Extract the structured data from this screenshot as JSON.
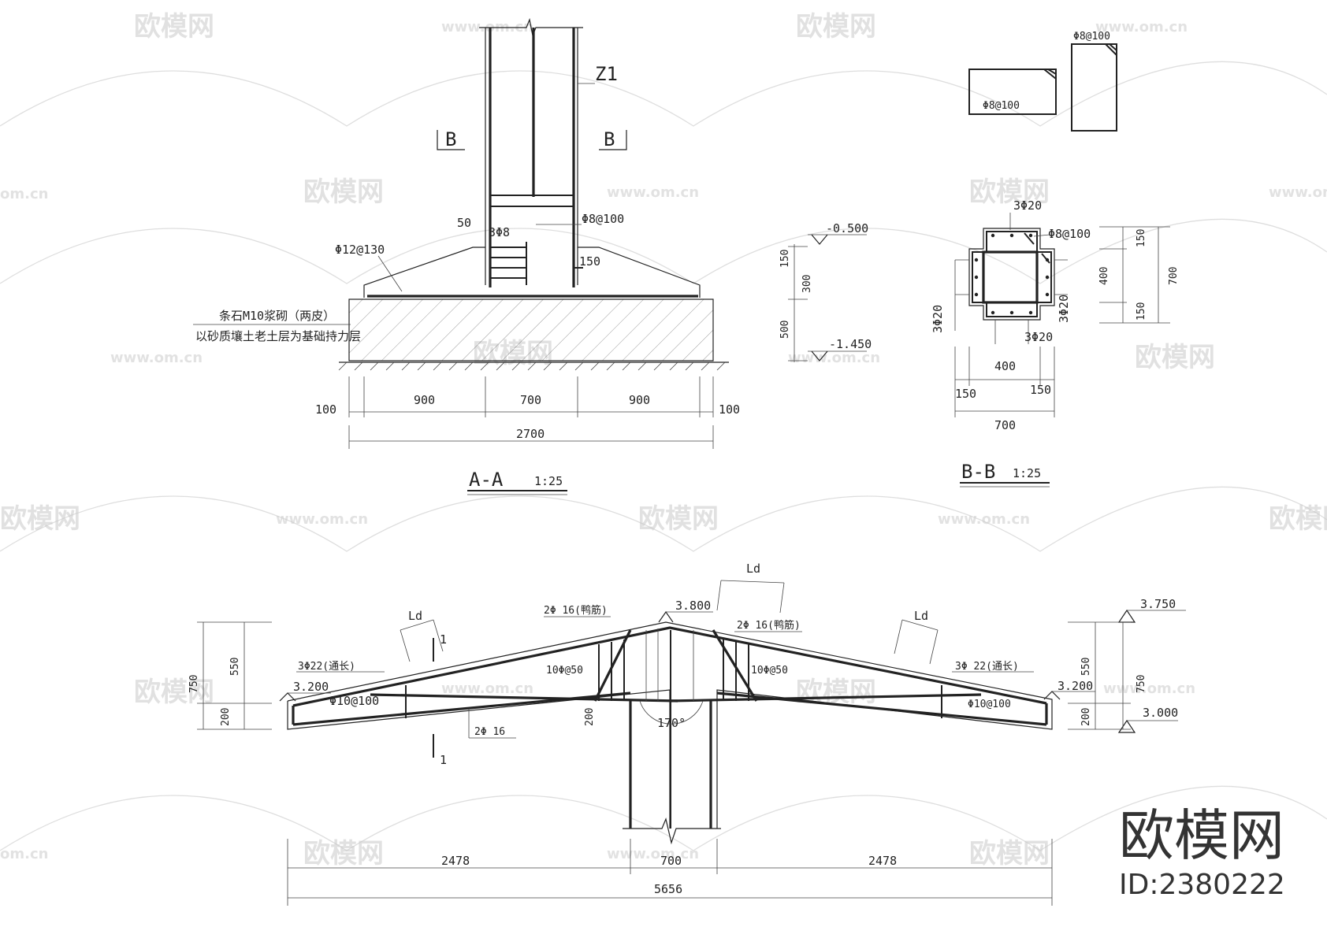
{
  "watermark": {
    "brand": "欧模网",
    "url": "www.om.cn",
    "url_partial": "om.cn",
    "brand_partial": "欧模网"
  },
  "brand_mark": {
    "name": "欧模网",
    "id": "ID:2380222"
  },
  "section_aa": {
    "title": "A-A",
    "scale": "1:25",
    "column_label": "Z1",
    "cut_left": "B",
    "cut_right": "B",
    "stirrup": "Φ8@100",
    "dim_50": "50",
    "bars_3": "3Φ8",
    "dim_150": "150",
    "bottom_rebar": "Φ12@130",
    "note_1": "条石M10浆砌（两皮）",
    "note_2": "以砂质壤土老土层为基础持力层",
    "dims": [
      "100",
      "900",
      "700",
      "900",
      "100"
    ],
    "total": "2700"
  },
  "elevation": {
    "top": "-0.500",
    "bottom": "-1.450",
    "dims": [
      "150",
      "300",
      "500"
    ]
  },
  "stirrup_detail": {
    "top_label": "Φ8@100",
    "left_label": "Φ8@100"
  },
  "section_bb": {
    "title": "B-B",
    "scale": "1:25",
    "top_bars": "3Φ20",
    "stirrup": "Φ8@100",
    "left_bars": "3Φ20",
    "right_bars": "3Φ20",
    "bottom_bars": "3Φ20",
    "dim_right": [
      "150",
      "400",
      "150"
    ],
    "dim_right_total": "700",
    "dim_bottom_inner": "400",
    "dim_bottom": [
      "150",
      "150"
    ],
    "dim_bottom_total": "700"
  },
  "frame": {
    "elev_top": "3.800",
    "elev_right_top": "3.750",
    "elev_left_end": "3.200",
    "elev_right_end": "3.200",
    "elev_right_low": "3.000",
    "ld": "Ld",
    "left_top_bars": "3Φ22(通长)",
    "right_top_bars": "3Φ 22(通长)",
    "left_stirrup": "Φ10@100",
    "right_stirrup": "Φ10@100",
    "left_mid_stirrup": "10Φ@50",
    "right_mid_stirrup": "10Φ@50",
    "left_bent": "2Φ 16(鸭筋)",
    "right_bent": "2Φ 16(鸭筋)",
    "bottom_bars": "2Φ 16",
    "angle": "170°",
    "cut_mark": "1",
    "left_dims": [
      "750",
      "550",
      "200"
    ],
    "right_dims": [
      "550",
      "750",
      "200"
    ],
    "dims": [
      "2478",
      "700",
      "2478"
    ],
    "total": "5656"
  }
}
